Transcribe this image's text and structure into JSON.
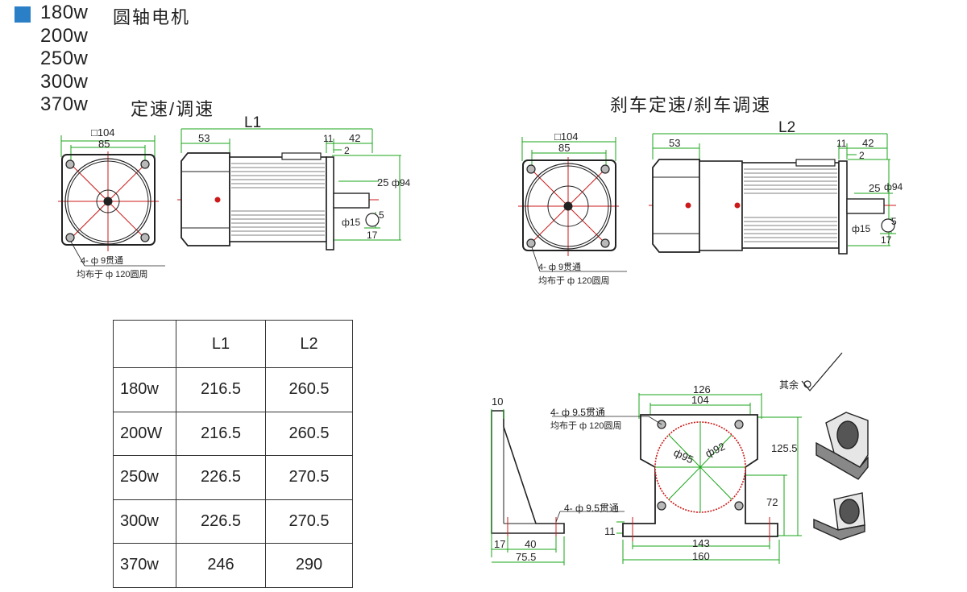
{
  "header": {
    "bullet_color": "#2a7fc6",
    "powers": [
      "180w",
      "200w",
      "250w",
      "300w",
      "370w"
    ],
    "motor_type": "圆轴电机"
  },
  "diagram_left": {
    "title": "定速/调速",
    "length_label": "L1",
    "flange_square": "□104",
    "bolt_circle": "85",
    "body_53": "53",
    "dim_11": "11",
    "dim_42": "42",
    "dim_2": "2",
    "dim_25": "25",
    "dia_94": "ф94",
    "dia_15": "ф15",
    "dim_5": "5",
    "dim_17": "17",
    "holes_line1": "4- ф 9贯通",
    "holes_line2": "均布于 ф 120圆周"
  },
  "diagram_right": {
    "title": "刹车定速/刹车调速",
    "length_label": "L2",
    "flange_square": "□104",
    "bolt_circle": "85",
    "body_53": "53",
    "dim_11": "11",
    "dim_42": "42",
    "dim_2": "2",
    "dim_25": "25",
    "dia_94": "ф94",
    "dia_15": "ф15",
    "dim_5": "5",
    "dim_17": "17",
    "holes_line1": "4- ф 9贯通",
    "holes_line2": "均布于 ф 120圆周"
  },
  "table": {
    "header": [
      "",
      "L1",
      "L2"
    ],
    "rows": [
      [
        "180w",
        "216.5",
        "260.5"
      ],
      [
        "200W",
        "216.5",
        "260.5"
      ],
      [
        "250w",
        "226.5",
        "270.5"
      ],
      [
        "300w",
        "226.5",
        "270.5"
      ],
      [
        "370w",
        "246",
        "290"
      ]
    ]
  },
  "bracket": {
    "thickness_10": "10",
    "dim_17": "17",
    "dim_40": "40",
    "dim_75_5": "75.5",
    "dim_11": "11",
    "holes_side": "4- ф 9.5贯通",
    "holes_top_line1": "4- ф 9.5贯通",
    "holes_top_line2": "均布于 ф 120圆周",
    "dim_126": "126",
    "dim_104": "104",
    "dia_95": "ф95",
    "dia_92": "ф92",
    "dim_125_5": "125.5",
    "dim_72": "72",
    "dim_143": "143",
    "dim_160": "160",
    "roughness_note": "其余"
  }
}
